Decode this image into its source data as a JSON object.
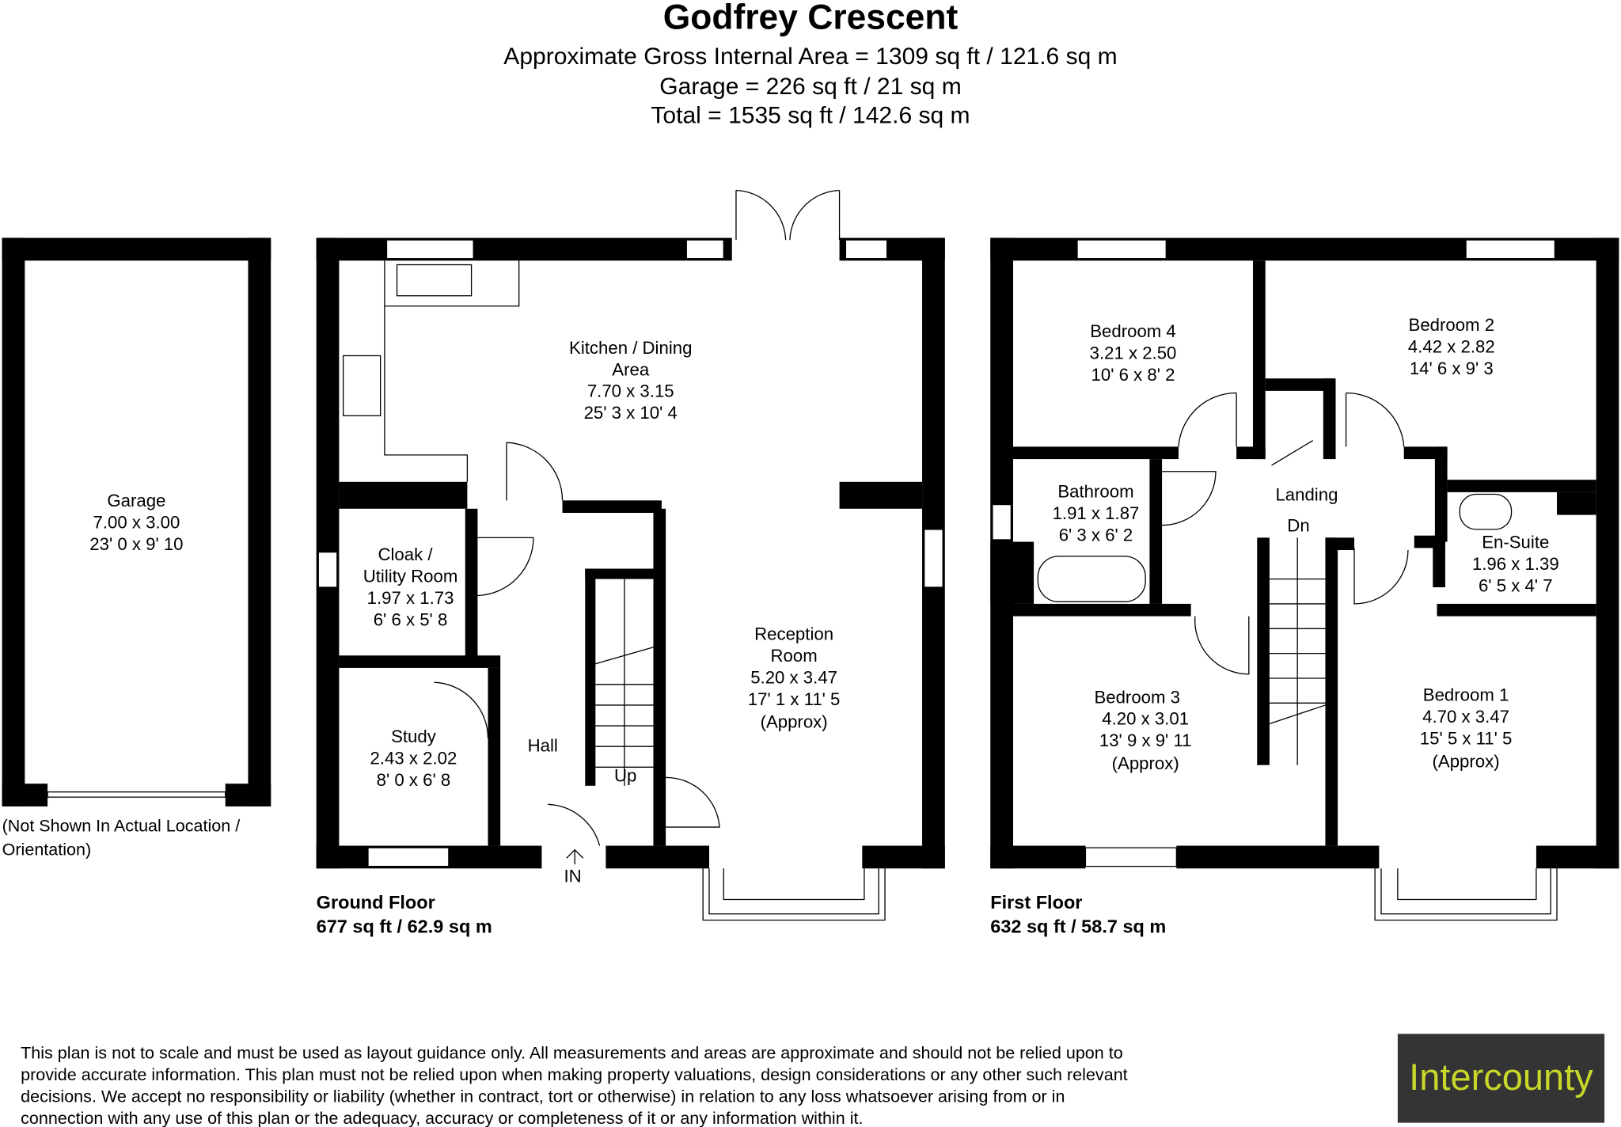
{
  "header": {
    "title": "Godfrey Crescent",
    "lines": [
      "Approximate Gross Internal Area = 1309 sq ft / 121.6 sq m",
      "Garage = 226 sq ft / 21 sq m",
      "Total = 1535 sq ft / 142.6 sq m"
    ]
  },
  "garage": {
    "name": "Garage",
    "metric": "7.00 x 3.00",
    "imperial": "23' 0 x 9' 10",
    "note_1": "(Not Shown In Actual Location /",
    "note_2": "Orientation)"
  },
  "ground_floor": {
    "label": "Ground Floor",
    "area": "677 sq ft / 62.9 sq m",
    "rooms": {
      "kitchen": {
        "name_1": "Kitchen / Dining",
        "name_2": "Area",
        "metric": "7.70 x 3.15",
        "imperial": "25' 3 x 10' 4"
      },
      "cloak": {
        "name_1": "Cloak /",
        "name_2": "Utility Room",
        "metric": "1.97 x 1.73",
        "imperial": "6' 6 x 5' 8"
      },
      "study": {
        "name": "Study",
        "metric": "2.43 x 2.02",
        "imperial": "8' 0 x 6' 8"
      },
      "hall": {
        "name": "Hall"
      },
      "reception": {
        "name_1": "Reception",
        "name_2": "Room",
        "metric": "5.20 x 3.47",
        "imperial": "17' 1 x 11' 5",
        "approx": "(Approx)"
      }
    },
    "up": "Up",
    "entrance": "IN"
  },
  "first_floor": {
    "label": "First Floor",
    "area": "632 sq ft / 58.7 sq m",
    "rooms": {
      "bedroom4": {
        "name": "Bedroom 4",
        "metric": "3.21 x 2.50",
        "imperial": "10' 6 x 8' 2"
      },
      "bedroom2": {
        "name": "Bedroom 2",
        "metric": "4.42 x 2.82",
        "imperial": "14' 6 x 9' 3"
      },
      "bathroom": {
        "name": "Bathroom",
        "metric": "1.91 x 1.87",
        "imperial": "6' 3 x 6' 2"
      },
      "landing": {
        "name": "Landing"
      },
      "ensuite": {
        "name": "En-Suite",
        "metric": "1.96 x 1.39",
        "imperial": "6' 5 x 4' 7"
      },
      "bedroom3": {
        "name": "Bedroom 3",
        "metric": "4.20 x 3.01",
        "imperial": "13' 9 x 9' 11",
        "approx": "(Approx)"
      },
      "bedroom1": {
        "name": "Bedroom 1",
        "metric": "4.70 x 3.47",
        "imperial": "15' 5 x 11' 5",
        "approx": "(Approx)"
      }
    },
    "down": "Dn"
  },
  "disclaimer": [
    "This plan is not to scale and must be used as layout guidance only. All measurements and areas are approximate and should not be relied upon to",
    "provide accurate information. This plan must not be relied upon when making property valuations, design considerations or any other such relevant",
    "decisions. We accept no responsibility or liability (whether in contract, tort or otherwise) in relation to any loss whatsoever arising from or in",
    "connection with any use of this plan or the adequacy, accuracy or completeness of it or any information within it."
  ],
  "logo": {
    "text": "Intercounty",
    "bg_color": "#343434",
    "text_color": "#c9d62a"
  }
}
